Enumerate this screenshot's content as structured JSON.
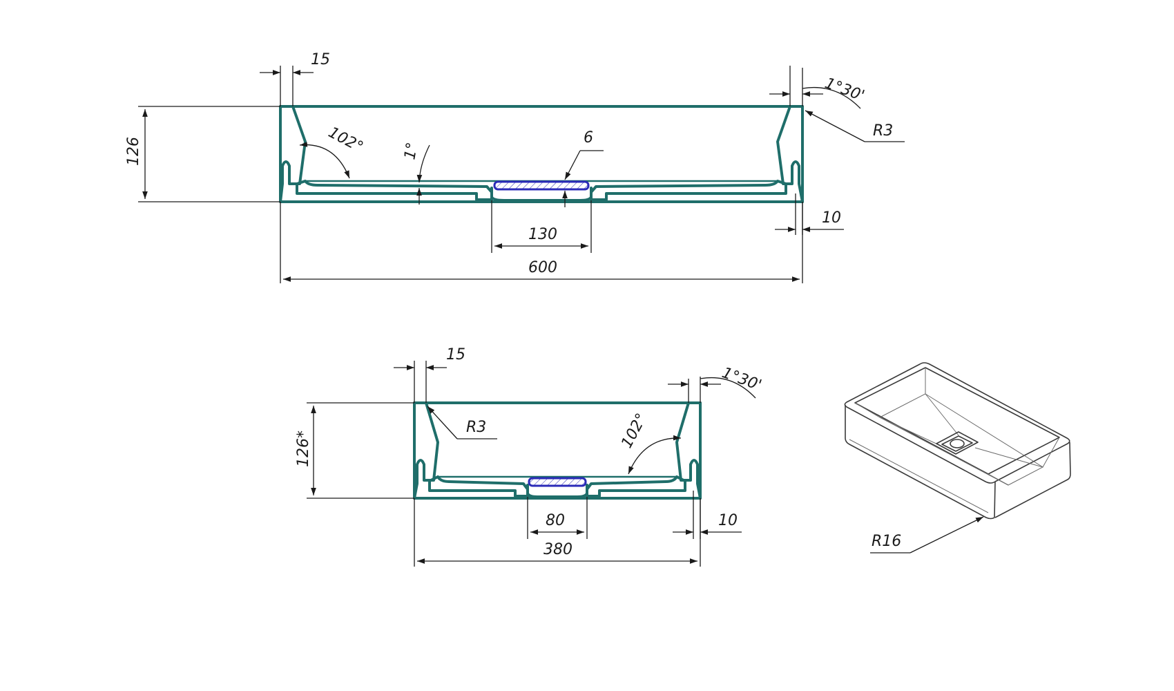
{
  "colors": {
    "outline": "#1f6e6a",
    "hatch": "#7a7a7a",
    "drain": "#2b2bb8",
    "dimension": "#1a1a1a"
  },
  "front_view": {
    "wall_thickness": "15",
    "draft_angle": "1°30'",
    "corner_radius": "R3",
    "height": "126",
    "inner_angle": "102°",
    "bottom_slope": "1°",
    "bottom_thickness": "6",
    "drain_width": "130",
    "total_width": "600",
    "foot_offset": "10"
  },
  "side_view": {
    "wall_thickness": "15",
    "draft_angle": "1°30'",
    "corner_radius": "R3",
    "height": "126*",
    "inner_angle": "102°",
    "drain_width": "80",
    "foot_offset": "10",
    "total_width": "380"
  },
  "iso_view": {
    "corner_radius": "R16"
  }
}
